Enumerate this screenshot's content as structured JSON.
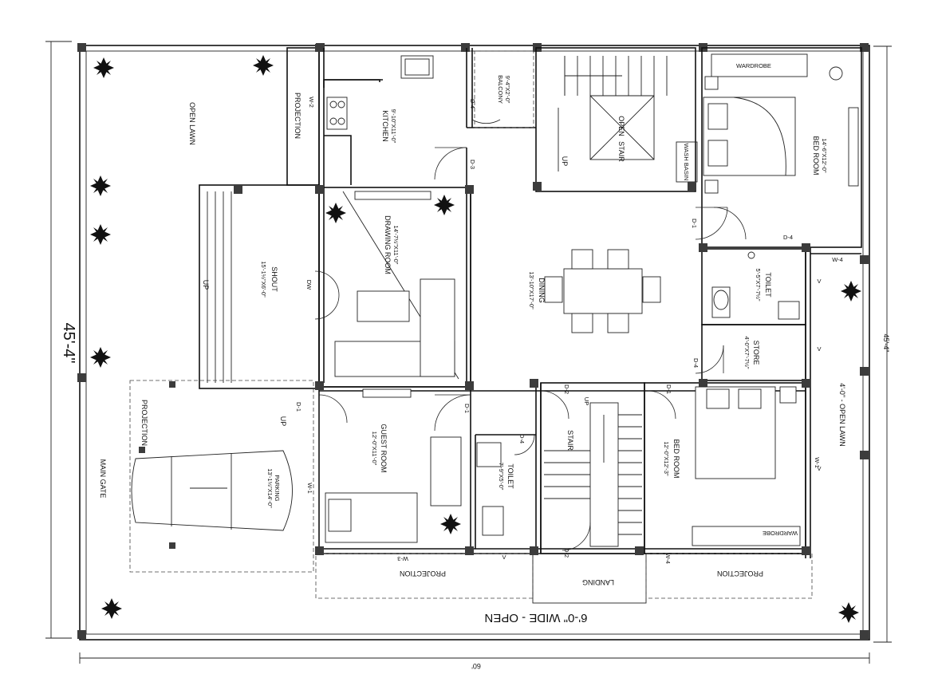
{
  "dimensions": {
    "width_bottom": "60'",
    "height_left": "45'-4\"",
    "height_right": "45'-4\""
  },
  "road": "6'-0\" WIDE - OPEN",
  "main_gate": "MAIN GATE",
  "rooms": {
    "open_lawn": "OPEN LAWN",
    "projection_top": "PROJECTION",
    "kitchen": {
      "name": "KITCHEN",
      "size": "9'-10\"X11'-0\""
    },
    "balcony": {
      "name": "BALCONY",
      "size": "9'-4\"X2'-0\""
    },
    "stair_top": "STAIR",
    "open_top": "OPEN",
    "up_top": "UP",
    "wardrobe_top": "WARDROBE",
    "bedroom_top": {
      "name": "BED ROOM",
      "size": "14'-6\"X12'-0\""
    },
    "wash_basin": "WASH BASIN",
    "drawing": {
      "name": "DRAWING ROOM",
      "size": "14'-7½\"X11'-0\""
    },
    "shout": {
      "name": "SHOUT",
      "size": "15'-1½\"X6'-0\""
    },
    "up_shout": "UP",
    "dining": {
      "name": "DINING",
      "size": "13'-10\"X17'-0\""
    },
    "toilet_top": {
      "name": "TOILET",
      "size": "5'-5\"X7'-7½\""
    },
    "store": {
      "name": "STORE",
      "size": "4'-0\"X7'-7½\""
    },
    "open_lawn_right": "4'-0\" - OPEN LAWN",
    "projection_left": "PROJECTION",
    "up_parking": "UP",
    "parking": {
      "name": "PARKING",
      "size": "13'-1½\"X14'-0\""
    },
    "guest": {
      "name": "GUEST ROOM",
      "size": "12'-0\"X11'-0\""
    },
    "toilet_bottom": {
      "name": "TOILET",
      "size": "7'-9\"X5'-0\""
    },
    "stair_bottom": "STAIR",
    "up_bottom": "UP",
    "bedroom_bottom": {
      "name": "BED ROOM",
      "size": "12'-0\"X12'-3\""
    },
    "wardrobe_bottom": "WARDROBE",
    "projection_bottom_left": "PROJECTION",
    "landing": "LANDING",
    "projection_bottom_right": "PROJECTION"
  },
  "tags": {
    "w2": "W-2",
    "d4_kitchen": "D-4",
    "d3": "D-3",
    "d1_bed": "D-1",
    "d4_toilet": "D-4",
    "w4_toilet": "W-4",
    "dw": "DW",
    "d4_store": "D-4",
    "v1": "V",
    "v2": "V",
    "v3": "V",
    "d1_park": "D-1",
    "w1_left": "W-1",
    "d1_guest": "D-1",
    "d2_stair": "D-2",
    "d4_wc": "D-4",
    "d1_bed2": "D-1",
    "w1_right": "W-1",
    "w3": "W-3",
    "v4": "V",
    "d2_landing": "D-2",
    "w4": "W-4"
  }
}
